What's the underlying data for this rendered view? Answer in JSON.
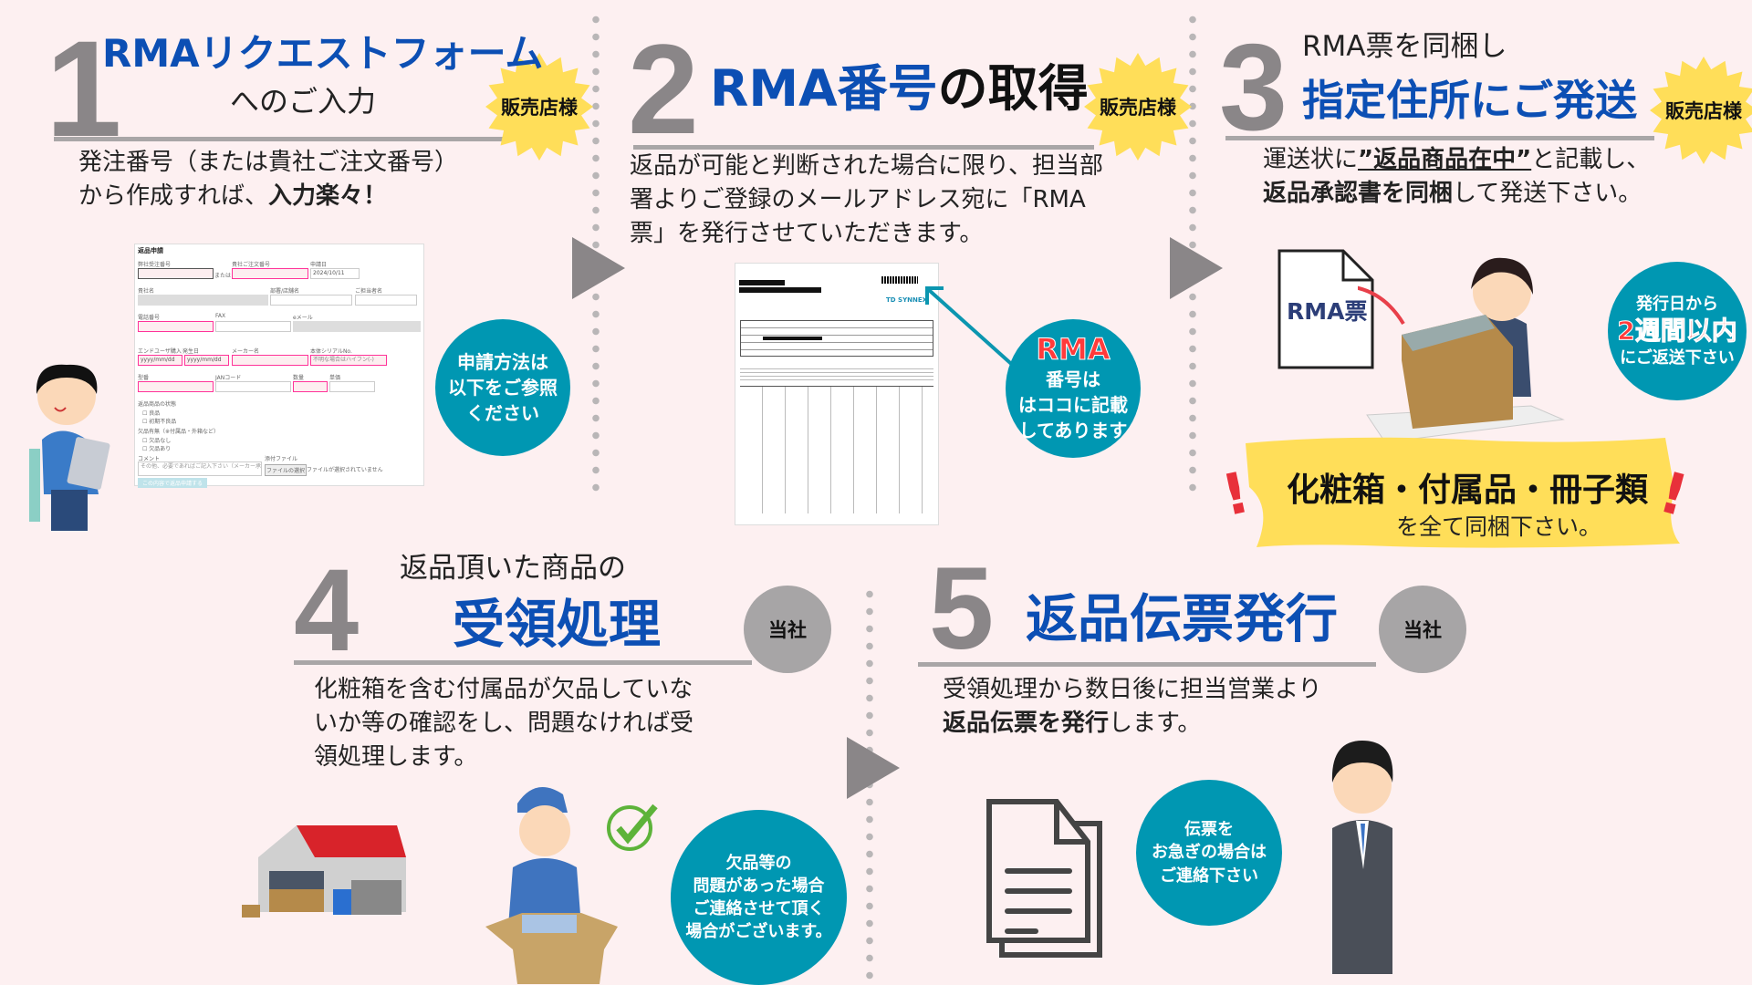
{
  "colors": {
    "background": "#fdf0f1",
    "title_blue": "#0c4fb4",
    "step_number_gray": "#8a8688",
    "teal": "#0097b2",
    "badge_yellow": "#ffde59",
    "badge_gray": "#a7a5a6",
    "alert_red": "#e8303a"
  },
  "step1": {
    "number": "1",
    "title": "RMAリクエストフォーム",
    "subtitle": "へのご入力",
    "badge": "販売店様",
    "body": {
      "l1": "発注番号（または貴社ご注文番号）",
      "l2a": "から作成すれば、",
      "l2b": "入力楽々！"
    },
    "callout": {
      "l1": "申請方法は",
      "l2": "以下をご参照",
      "l3": "ください"
    },
    "form": {
      "heading": "返品申請",
      "f_po": "弊社受注番号",
      "or": "または",
      "f_order": "貴社ご注文番号",
      "f_date": "申請日",
      "date_value": "2024/10/11",
      "f_company": "貴社名",
      "f_dept": "部署/店舗名",
      "f_person": "ご担当者名",
      "f_tel": "電話番号",
      "f_fax": "FAX",
      "f_email": "eメール",
      "f_purchase": "エンドユーザ購入日",
      "f_occur": "発生日",
      "f_maker": "メーカー名",
      "f_serial": "本体シリアルNo.",
      "date_ph": "yyyy/mm/dd",
      "serial_ph": "不明な場合はハイフン(-)",
      "f_model": "型番",
      "f_jan": "JANコード",
      "f_qty": "数量",
      "f_price": "単価",
      "f_state": "返品商品の状態",
      "opt_good": "良品",
      "opt_defect": "初期不良品",
      "f_missing": "欠品有無（※付属品・外箱など）",
      "opt_none": "欠品なし",
      "opt_some": "欠品あり",
      "f_comment": "コメント",
      "comment_ph": "その他、必要であればご記入下さい（メーカー承認番号等）",
      "f_file": "添付ファイル",
      "file_btn": "ファイルの選択",
      "file_status": "ファイルが選択されていません",
      "submit": "この内容で返品申請する"
    }
  },
  "step2": {
    "number": "2",
    "title_blue": "RMA番号",
    "title_black": "の取得",
    "badge": "販売店様",
    "body": {
      "l1": "返品が可能と判断された場合に限り、担当部",
      "l2": "署よりご登録のメールアドレス宛に「RMA",
      "l3": "票」を発行させていただきます。"
    },
    "callout": {
      "l1": "RMA",
      "l2": "番号は",
      "l3": "はココに記載",
      "l4": "してあります"
    },
    "doc_logo": "TD SYNNEX"
  },
  "step3": {
    "number": "3",
    "subtitle": "RMA票を同梱し",
    "title": "指定住所にご発送",
    "badge": "販売店様",
    "body": {
      "l1a": "運送状に",
      "l1b": "”返品商品在中”",
      "l1c": "と記載し、",
      "l2a": "返品承認書を同梱",
      "l2b": "して発送下さい。"
    },
    "doc_label": "RMA票",
    "callout": {
      "l1": "発行日から",
      "l2": "2週間以内",
      "l3": "にご返送下さい"
    },
    "banner": {
      "main": "化粧箱・付属品・冊子類",
      "sub": "を全て同梱下さい。"
    }
  },
  "step4": {
    "number": "4",
    "subtitle": "返品頂いた商品の",
    "title": "受領処理",
    "badge": "当社",
    "body": {
      "l1": "化粧箱を含む付属品が欠品していな",
      "l2": "いか等の確認をし、問題なければ受",
      "l3": "領処理します。"
    },
    "callout": {
      "l1": "欠品等の",
      "l2": "問題があった場合",
      "l3": "ご連絡させて頂く",
      "l4": "場合がございます。"
    }
  },
  "step5": {
    "number": "5",
    "title": "返品伝票発行",
    "badge": "当社",
    "body": {
      "l1": "受領処理から数日後に担当営業より",
      "l2a": "返品伝票を発行",
      "l2b": "します。"
    },
    "callout": {
      "l1": "伝票を",
      "l2": "お急ぎの場合は",
      "l3": "ご連絡下さい"
    }
  }
}
